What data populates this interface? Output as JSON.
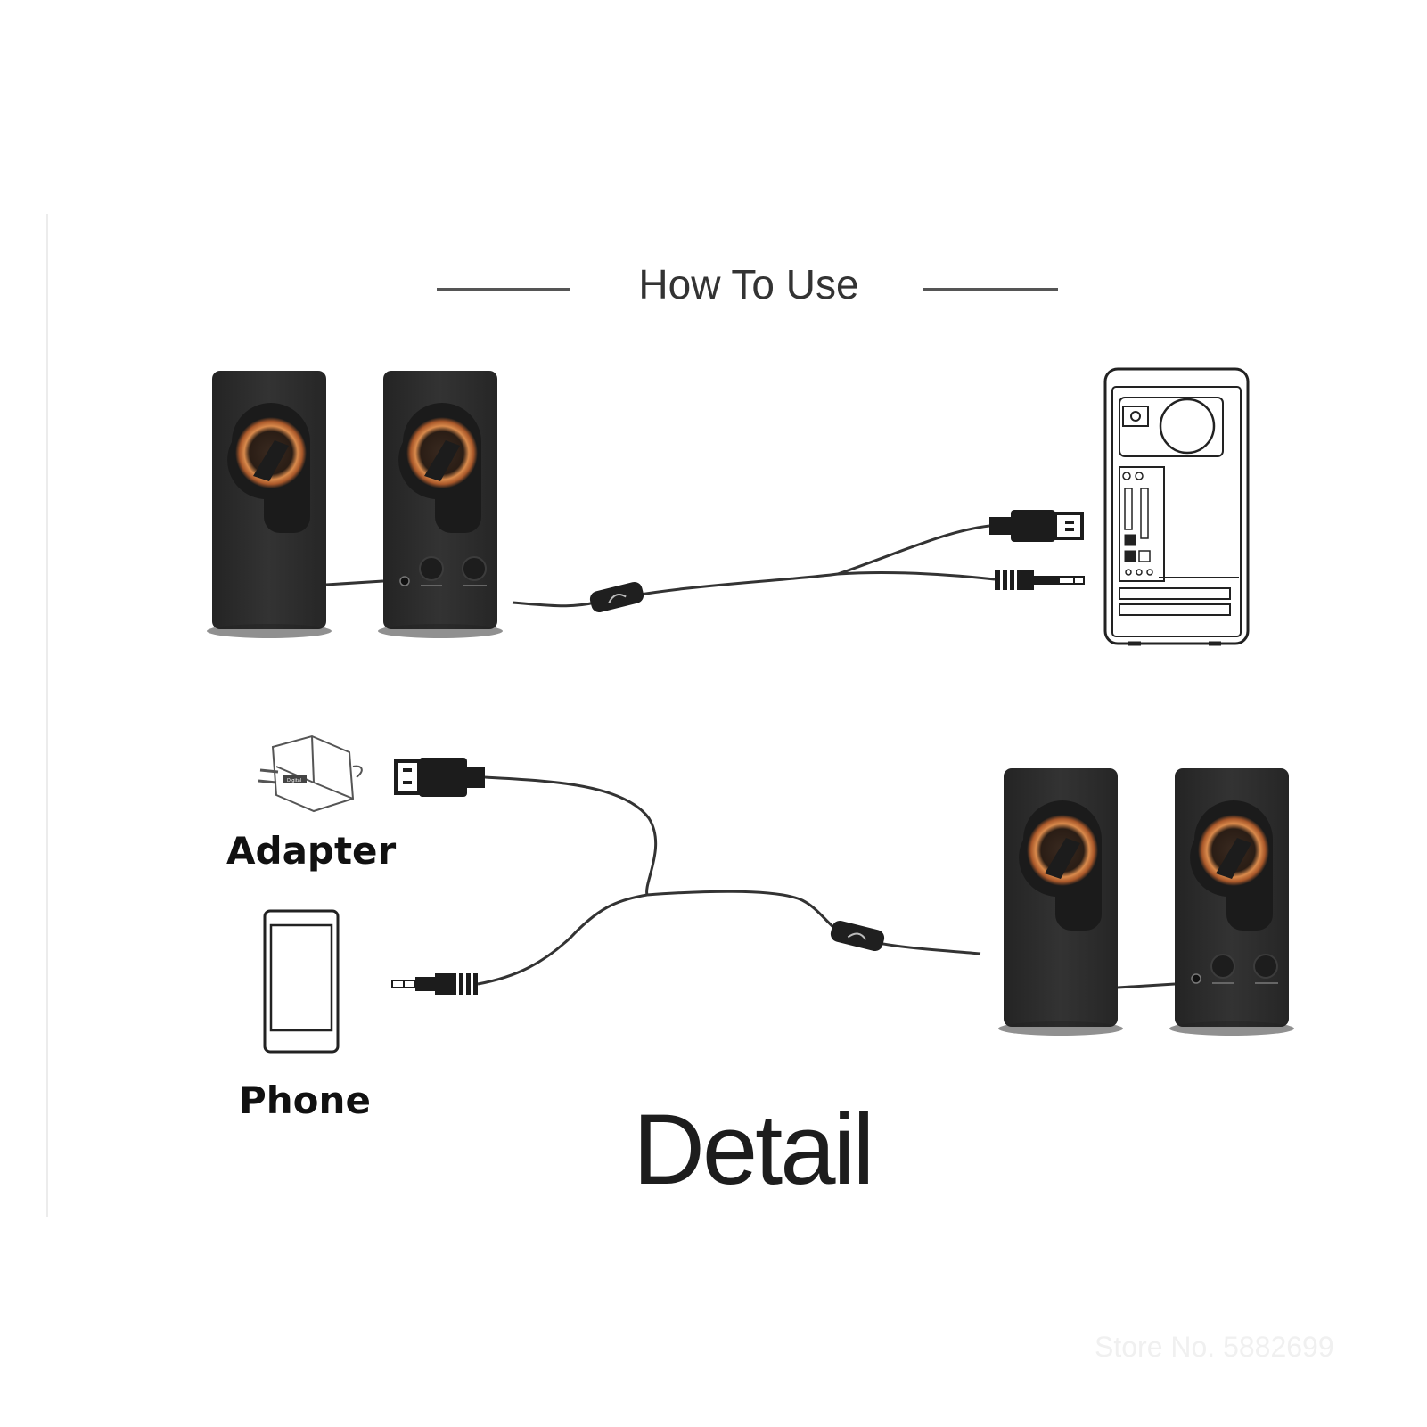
{
  "title": "How To Use",
  "labels": {
    "adapter": "Adapter",
    "phone": "Phone",
    "detail": "Detail"
  },
  "adapter_brand": "Digital",
  "watermark": "Store No. 5882699",
  "colors": {
    "speaker_body": "#2b2b2b",
    "driver_ring": "#c9743a",
    "line": "#333333"
  },
  "icons": [
    "speaker-left-icon",
    "speaker-right-icon",
    "pc-tower-icon",
    "usb-plug-icon",
    "audio-jack-icon",
    "inline-volume-control-icon",
    "power-adapter-icon",
    "phone-icon"
  ]
}
